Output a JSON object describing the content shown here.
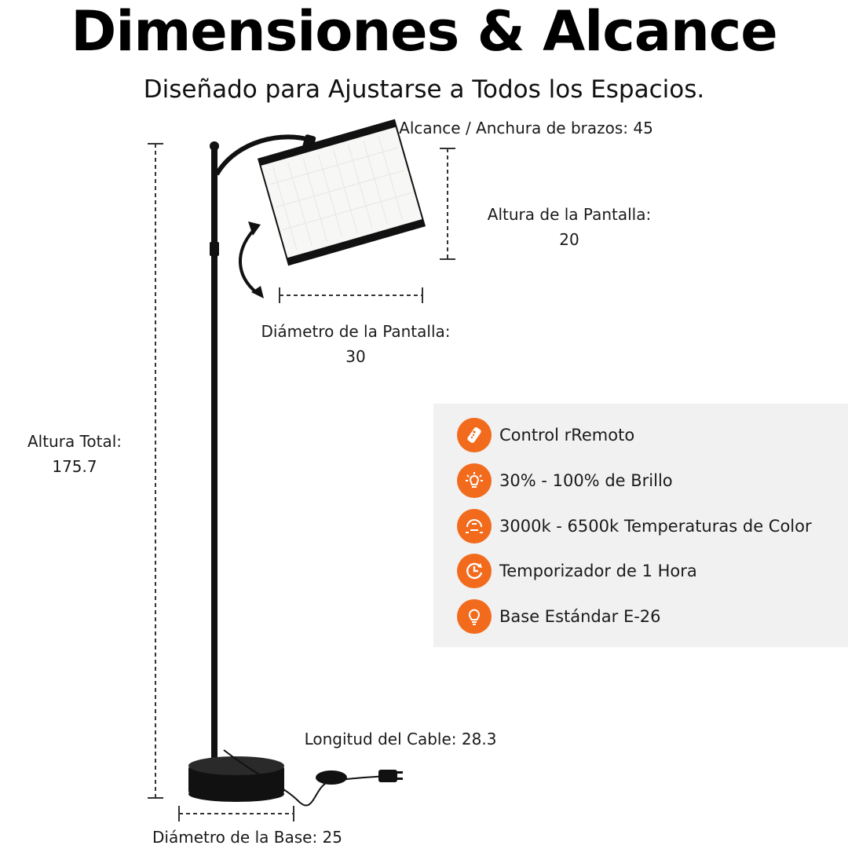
{
  "header": {
    "title": "Dimensiones & Alcance",
    "subtitle": "Diseñado para Ajustarse a Todos los Espacios."
  },
  "dimensions": {
    "reach": "Alcance / Anchura de brazos: 45",
    "shade_height_label": "Altura de la Pantalla:",
    "shade_height_value": "20",
    "shade_diameter_label": "Diámetro de la Pantalla:",
    "shade_diameter_value": "30",
    "total_height_label": "Altura Total:",
    "total_height_value": "175.7",
    "cable_length": "Longitud del Cable: 28.3",
    "base_diameter": "Diámetro de la Base: 25"
  },
  "features": [
    {
      "icon": "remote-control-icon",
      "label": "Control rRemoto"
    },
    {
      "icon": "brightness-icon",
      "label": "30% - 100% de Brillo"
    },
    {
      "icon": "color-temperature-icon",
      "label": " 3000k - 6500k Temperaturas de Color"
    },
    {
      "icon": "timer-icon",
      "label": "Temporizador de 1 Hora"
    },
    {
      "icon": "bulb-icon",
      "label": "Base Estándar E-26"
    }
  ],
  "colors": {
    "accent": "#f26b1d",
    "panel": "#f1f1f1",
    "lamp": "#111111"
  }
}
